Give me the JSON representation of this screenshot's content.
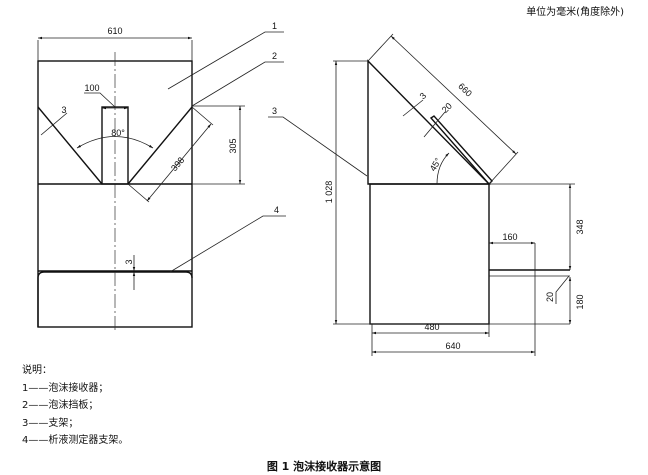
{
  "header": {
    "units_note": "单位为毫米(角度除外)"
  },
  "front_view": {
    "dims": {
      "width": "610",
      "slot": "100",
      "angle": "80°",
      "plate_thickness": "3",
      "plate_length": "398",
      "height": "305",
      "bracket_thickness": "3"
    },
    "callouts": [
      "1",
      "2",
      "4"
    ]
  },
  "side_view": {
    "dims": {
      "diagonal": "660",
      "thickness": "3",
      "strip": "20",
      "angle": "45°",
      "total_height": "1 028",
      "upper": "348",
      "lower": "180",
      "arm": "160",
      "gap": "20",
      "base": "480",
      "overall": "640"
    },
    "callouts": [
      "3"
    ]
  },
  "legend": {
    "title": "说明：",
    "items": [
      "1——泡沫接收器；",
      "2——泡沫挡板；",
      "3——支架；",
      "4——析液测定器支架。"
    ]
  },
  "caption": "图 1   泡沫接收器示意图"
}
